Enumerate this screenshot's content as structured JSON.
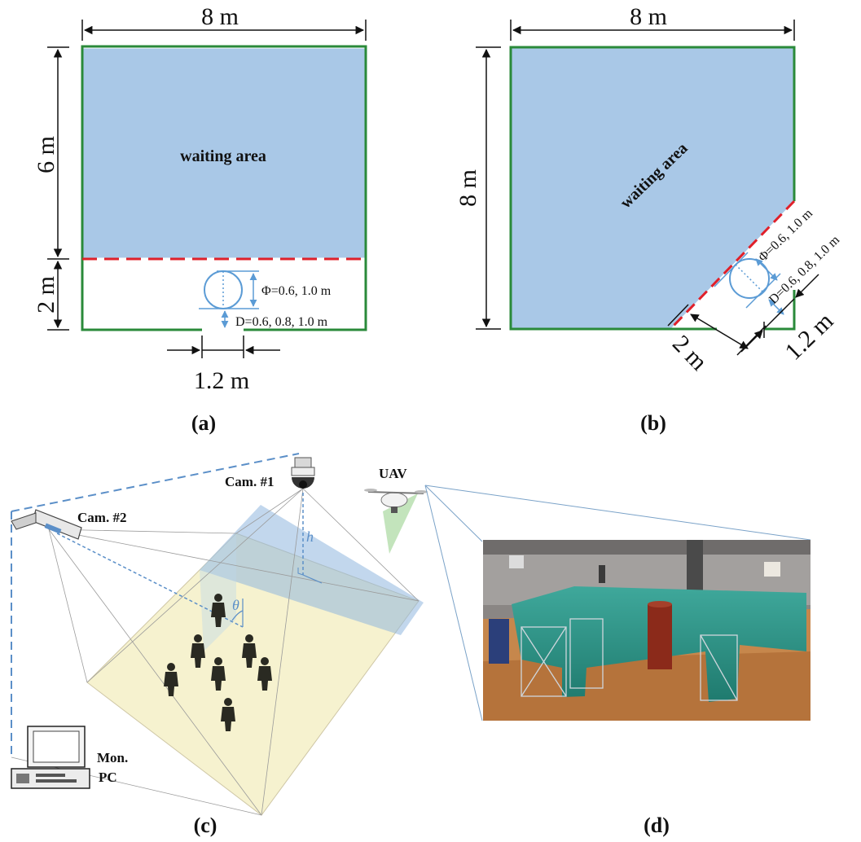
{
  "panel_a": {
    "caption": "(a)",
    "width_label": "8 m",
    "waiting_height_label": "6 m",
    "entry_height_label": "2 m",
    "area_label": "waiting area",
    "diameter_label": "Φ=0.6, 1.0 m",
    "distance_label": "D=0.6, 0.8, 1.0 m",
    "exit_width_label": "1.2 m"
  },
  "panel_b": {
    "caption": "(b)",
    "width_label": "8 m",
    "height_label": "8 m",
    "area_label": "waiting area",
    "diameter_label": "Φ=0.6, 1.0 m",
    "distance_label": "D=0.6, 0.8, 1.0 m",
    "depth_label": "2 m",
    "exit_width_label": "1.2 m"
  },
  "panel_c": {
    "caption": "(c)",
    "cam1_label": "Cam. #1",
    "cam2_label": "Cam. #2",
    "uav_label": "UAV",
    "monitor_label_line1": "Mon.",
    "monitor_label_line2": "PC",
    "height_symbol": "h",
    "angle_symbol": "θ"
  },
  "panel_d": {
    "caption": "(d)"
  },
  "colors": {
    "waiting_fill": "#a9c8e7",
    "wall": "#2a8a3a",
    "dashed_line": "#e0202a",
    "obstacle": "#5b9bd5",
    "floor": "#f6f2cf",
    "camera_field": "#5b8fc8"
  }
}
